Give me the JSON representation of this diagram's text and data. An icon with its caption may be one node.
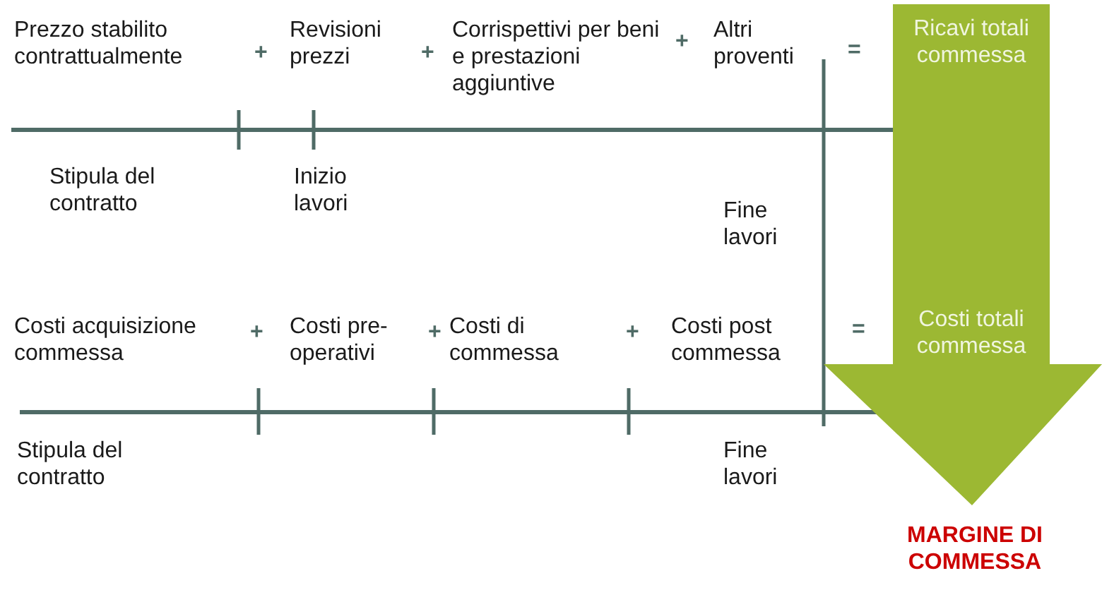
{
  "diagram": {
    "nodes": [
      {
        "text": [
          "Ricavi totali commessa",
          "Costi totali commessa"
        ],
        "beside": [
          "MARGINE DI COMMESSA"
        ]
      }
    ],
    "labels": [
      "Prezzo stabilito contrattualmente",
      "+",
      "Revisioni prezzi",
      "+",
      "Corrispettivi per beni e prestazioni aggiuntive",
      "+",
      "Altri proventi",
      "=",
      "Stipula del contratto",
      "Inizio lavori",
      "Fine lavori",
      "Costi acquisizione commessa",
      "+",
      "Costi pre- operativi",
      "+",
      "Costi di commessa",
      "+",
      "Costi post commessa",
      "=",
      "Stipula del contratto",
      "Fine lavori"
    ]
  }
}
